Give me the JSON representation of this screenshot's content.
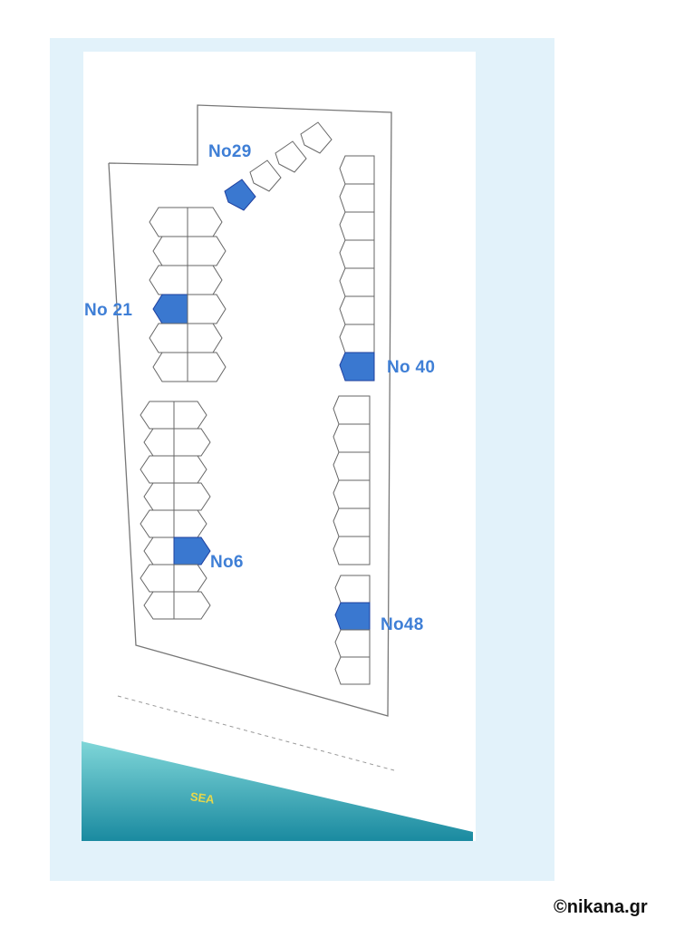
{
  "map": {
    "labels": {
      "no29": "No29",
      "no21": "No 21",
      "no40": "No 40",
      "no6": "No6",
      "no48": "No48",
      "sea": "SEA"
    },
    "groups": {
      "left_upper_rows": 6,
      "left_lower_rows": 8,
      "right_upper_cells": 8,
      "right_middle_cells": 6,
      "right_lower_cells": 4,
      "diagonal_cells": 4
    },
    "colors": {
      "highlight": "#3a78d0",
      "highlight_dark": "#1e3f9e",
      "label": "#3f7fd6",
      "sea_light": "#7fd6d8",
      "sea_dark": "#1a8aa0",
      "panel": "#e2f2fa"
    }
  },
  "watermark": "©nikana.gr"
}
